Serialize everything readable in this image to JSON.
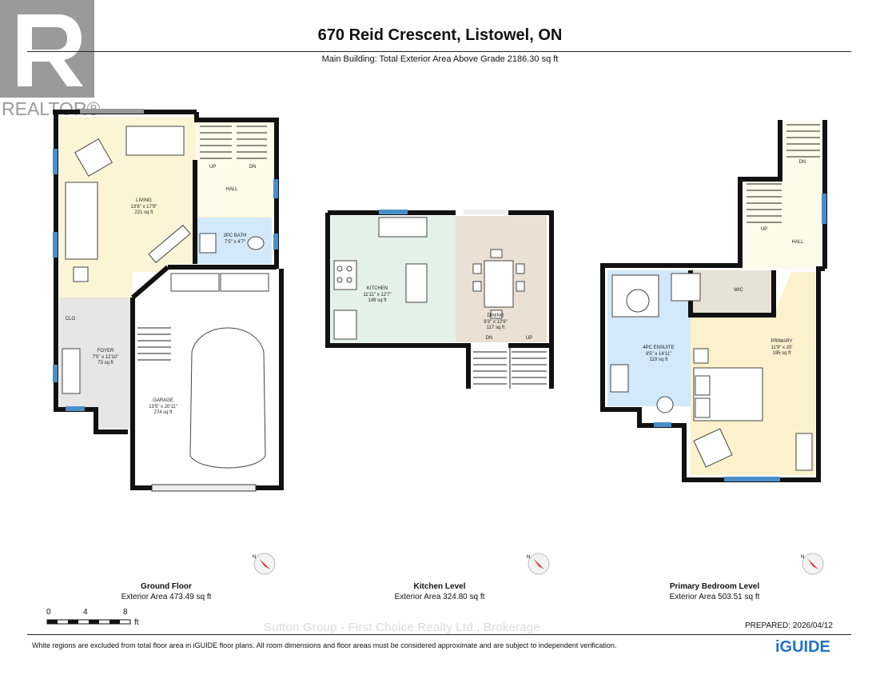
{
  "header": {
    "title": "670 Reid Crescent, Listowel, ON",
    "subtitle": "Main Building: Total Exterior Area Above Grade 2186.30 sq ft"
  },
  "logo": {
    "brand": "REALTOR®",
    "registered": "®"
  },
  "levels": [
    {
      "name": "Ground Floor",
      "area": "Exterior Area 473.49 sq ft",
      "rooms": [
        {
          "label": "LIVING\n13'8\" x 17'9\"\n221 sq ft"
        },
        {
          "label": "HALL"
        },
        {
          "label": "2PC BATH\n7'5\" x 4'7\""
        },
        {
          "label": "CLO"
        },
        {
          "label": "FOYER\n7'5\" x 12'10\"\n73 sq ft"
        },
        {
          "label": "GARAGE\n13'5\" x 20'11\"\n274 sq ft"
        }
      ],
      "stairs": [
        "UP",
        "DN"
      ]
    },
    {
      "name": "Kitchen Level",
      "area": "Exterior Area 324.80 sq ft",
      "rooms": [
        {
          "label": "KITCHEN\n11'11\" x 12'7\"\n149 sq ft"
        },
        {
          "label": "DINING\n9'3\" x 12'9\"\n117 sq ft"
        }
      ],
      "stairs": [
        "DN",
        "UP"
      ]
    },
    {
      "name": "Primary Bedroom Level",
      "area": "Exterior Area 503.51 sq ft",
      "rooms": [
        {
          "label": "HALL"
        },
        {
          "label": "WIC"
        },
        {
          "label": "4PC ENSUITE\n9'5\" x 14'11\"\n119 sq ft"
        },
        {
          "label": "PRIMARY\n11'9\" x 20'\n195 sq ft"
        }
      ],
      "stairs": [
        "DN",
        "UP"
      ]
    }
  ],
  "scale": {
    "ticks": [
      "0",
      "4",
      "8"
    ],
    "unit": "ft"
  },
  "watermark": "Sutton Group - First Choice Realty Ltd., Brokerage",
  "prepared": "PREPARED: 2026/04/12",
  "footer_note": "White regions are excluded from total floor area in iGUIDE floor plans. All room dimensions and floor areas must be considered approximate and are subject to independent verification.",
  "brand": {
    "iguide": "iGUIDE"
  },
  "colors": {
    "living": "#fbf5d6",
    "kitchen": "#e3f1e8",
    "dining": "#eae0d3",
    "bath": "#d2e9fb",
    "hall": "#fdfbe9",
    "foyer": "#e6e6e6",
    "primary": "#fbf1cc",
    "wic": "#e7e1d6",
    "wall": "#111111",
    "window": "#4a8ec9",
    "accent": "#1e73c8"
  }
}
